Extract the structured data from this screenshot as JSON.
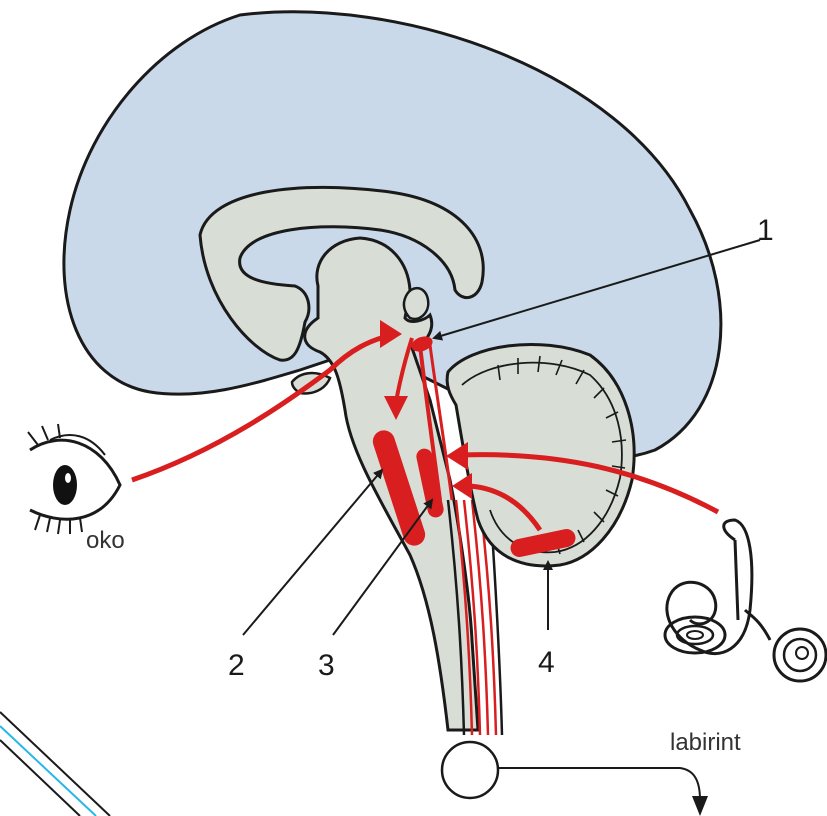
{
  "labels": {
    "n1": "1",
    "n2": "2",
    "n3": "3",
    "n4": "4",
    "eye": "oko",
    "ear": "labirint"
  },
  "colors": {
    "cerebrum": "#c9d9ea",
    "brainstem": "#d8ddd5",
    "pathway": "#d81e1e",
    "outline": "#1a1a1a",
    "corner_stripe": "#29b6e8"
  },
  "icons": [
    "eye-icon",
    "inner-ear-icon"
  ]
}
